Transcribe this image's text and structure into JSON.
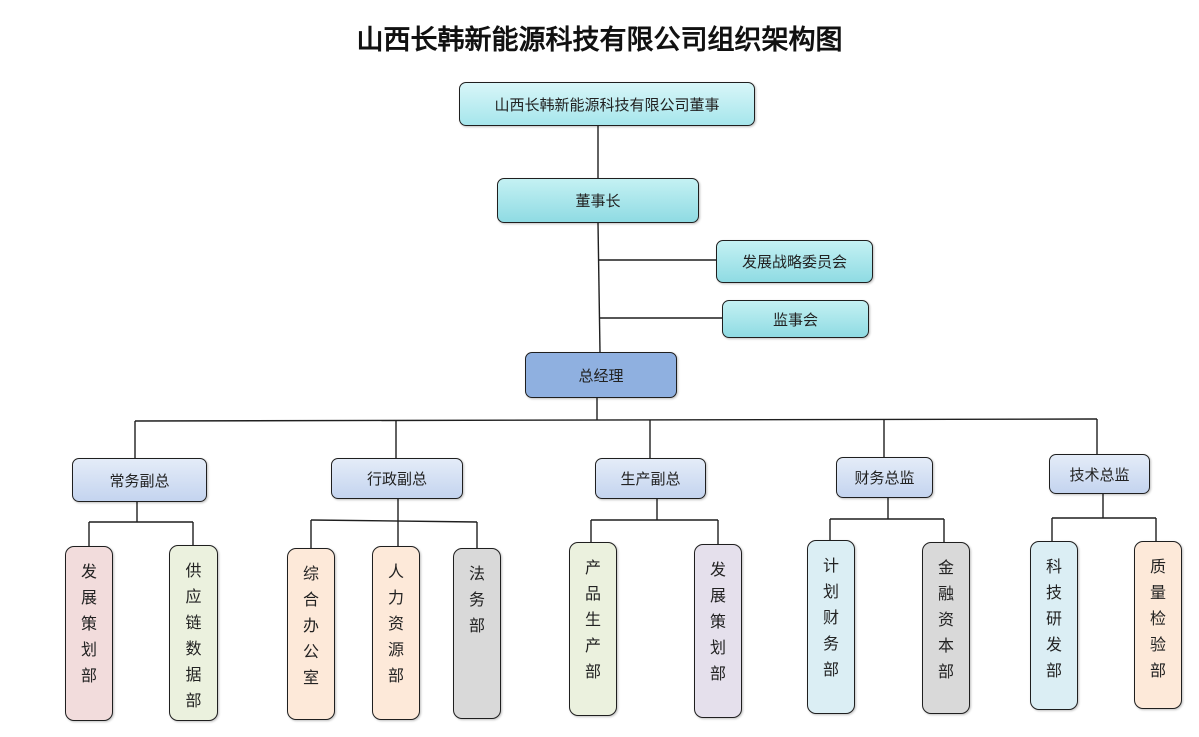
{
  "title": "山西长韩新能源科技有限公司组织架构图",
  "colors": {
    "line": "#1f1f1f",
    "board": "#bfeef2",
    "chairman": "#a6e6ec",
    "gm": "#8fb0e0",
    "vp": "#d6e2f4"
  },
  "nodes": {
    "board": "山西长韩新能源科技有限公司董事",
    "chairman": "董事长",
    "strategy": "发展战略委员会",
    "supervisors": "监事会",
    "gm": "总经理",
    "vp1": "常务副总",
    "vp2": "行政副总",
    "vp3": "生产副总",
    "cfo": "财务总监",
    "cto": "技术总监"
  },
  "departments": {
    "d1": "发展策划部",
    "d2": "供应链数据部",
    "d3": "综合办公室",
    "d4": "人力资源部",
    "d5": "法务部",
    "d6": "产品生产部",
    "d7": "发展策划部",
    "d8": "计划财务部",
    "d9": "金融资本部",
    "d10": "科技研发部",
    "d11": "质量检验部"
  }
}
